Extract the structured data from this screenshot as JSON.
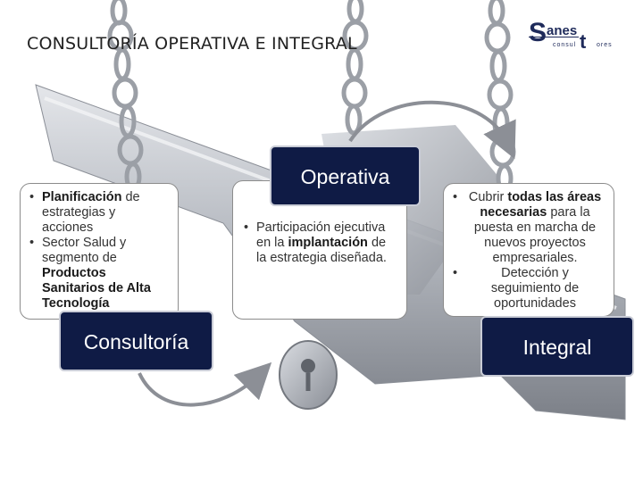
{
  "slide": {
    "title": "CONSULTORÍA OPERATIVA E INTEGRAL",
    "logo": {
      "letter_s": "S",
      "anes": "anes",
      "letter_t": "t",
      "consul": "consul",
      "ores": "ores"
    }
  },
  "cards": {
    "consultoria": {
      "bullets": [
        {
          "bold": "Planificación",
          "rest": " de estrategias y acciones"
        },
        {
          "rest": "Sector Salud y segmento de ",
          "bold2": "Productos Sanitarios de Alta Tecnología"
        }
      ],
      "label": "Consultoría"
    },
    "operativa": {
      "bullets": [
        {
          "pre": "Participación ejecutiva en la ",
          "bold": "implantación",
          "post": " de la estrategia diseñada."
        }
      ],
      "label": "Operativa"
    },
    "integral": {
      "bullets": [
        {
          "pre": "Cubrir ",
          "bold": "todas las áreas necesarias",
          "post": " para  la puesta en marcha de nuevos proyectos empresariales."
        },
        {
          "pre": "Detección y seguimiento de oportunidades"
        }
      ],
      "label": "Integral"
    }
  },
  "colors": {
    "label_bg": "#0f1b45",
    "logo_blue": "#1e2a5a",
    "arrow": "#8c8f96"
  },
  "icons": [
    "chain-icon",
    "padlock-icon",
    "key-icon",
    "curved-arrow-icon"
  ]
}
